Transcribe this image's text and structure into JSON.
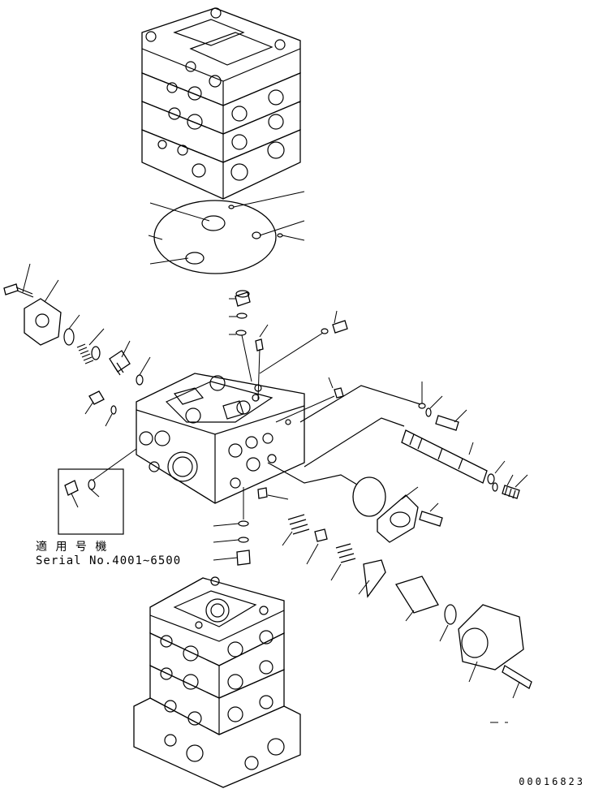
{
  "applicability": {
    "label_jp": "適 用 号 機",
    "serial": "Serial No.4001∼6500"
  },
  "drawing_number": "00016823"
}
